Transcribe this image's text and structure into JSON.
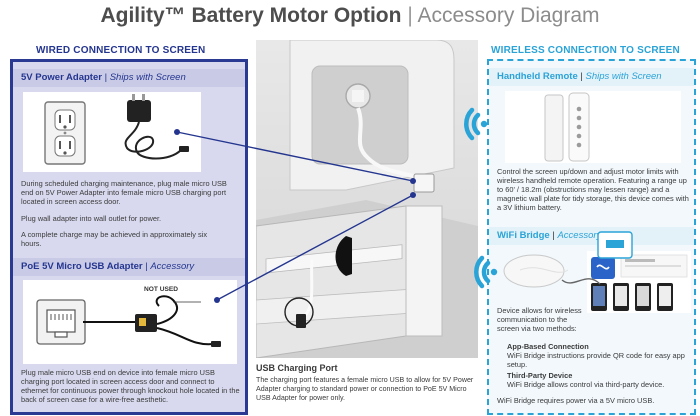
{
  "header": {
    "brand": "Agility™ Battery Motor Option",
    "separator": "|",
    "subtitle": "Accessory Diagram"
  },
  "wired": {
    "heading": "WIRED CONNECTION TO SCREEN",
    "power_adapter": {
      "title": "5V Power Adapter",
      "sep": "|",
      "tag": "Ships with Screen",
      "p1": "During scheduled charging maintenance, plug male micro USB end on 5V Power Adapter into female micro USB charging port located in screen access door.",
      "p2": "Plug wall adapter into wall outlet for power.",
      "p3": "A complete charge may be achieved in approximately six hours."
    },
    "poe_adapter": {
      "title": "PoE 5V Micro USB Adapter",
      "sep": "|",
      "tag": "Accessory",
      "not_used": "NOT USED",
      "body": "Plug male micro USB end on device into female micro USB charging port located in screen access door and connect to ethernet for continuous power through knockout hole located in the back of screen case for a wire-free aesthetic."
    }
  },
  "center": {
    "usb_title": "USB Charging Port",
    "usb_body": "The charging port features a female micro USB to allow for 5V Power Adapter charging to standard power or connection to PoE 5V Micro USB Adapter for power only."
  },
  "wireless": {
    "heading": "WIRELESS CONNECTION TO SCREEN",
    "remote": {
      "title": "Handheld Remote",
      "sep": "|",
      "tag": "Ships with Screen",
      "body": "Control the screen up/down and adjust motor limits with wireless handheld remote operation. Featuring a range up to 60' / 18.2m (obstructions may lessen range) and a magnetic wall plate for tidy storage, this device comes with a 3V lithium battery."
    },
    "wifi_bridge": {
      "title": "WiFi Bridge",
      "sep": "|",
      "tag": "Accessory",
      "intro": "Device allows for wireless communication to the screen via two methods:",
      "app_title": "App-Based Connection",
      "app_body": "WiFi Bridge instructions provide QR code for easy app setup.",
      "third_title": "Third-Party Device",
      "third_body": "WiFi Bridge allows control via third-party device.",
      "footer": "WiFi Bridge requires power via a 5V micro USB."
    }
  },
  "colors": {
    "wired_accent": "#2a3a92",
    "wireless_accent": "#2aa3d7",
    "wired_fill": "#d8d9ee"
  },
  "icons": {
    "outlet": "outlet-icon",
    "adapter": "power-adapter-icon",
    "ethernet": "ethernet-port-icon",
    "poe": "poe-adapter-icon",
    "wifi": "wifi-signal-icon",
    "remote": "handheld-remote-icon",
    "bridge": "wifi-bridge-icon",
    "usb": "usb-port-icon"
  }
}
